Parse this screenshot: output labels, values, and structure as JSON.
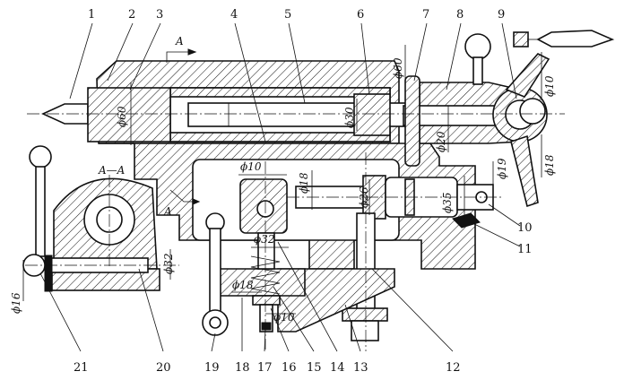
{
  "part_numbers": [
    "1",
    "2",
    "3",
    "4",
    "5",
    "6",
    "7",
    "8",
    "9",
    "21",
    "20",
    "19",
    "18",
    "17",
    "16",
    "15",
    "14",
    "13",
    "12",
    "11",
    "10"
  ],
  "dimensions": {
    "d60_body": "ϕ60",
    "d30": "ϕ30",
    "d60_top": "ϕ60",
    "d20": "ϕ20",
    "d10_top": "ϕ10",
    "d18_right": "ϕ18",
    "d19": "ϕ19",
    "d35": "ϕ35",
    "d26": "ϕ26",
    "d18_mid": "ϕ18",
    "d10_mid": "ϕ10",
    "d32_mid": "ϕ32",
    "d18_low": "ϕ18",
    "d10_low": "ϕ10",
    "d32_left": "ϕ32",
    "d16": "ϕ16"
  },
  "section_labels": {
    "a_top": "A",
    "a_mid": "A",
    "section_aa": "A—A"
  }
}
